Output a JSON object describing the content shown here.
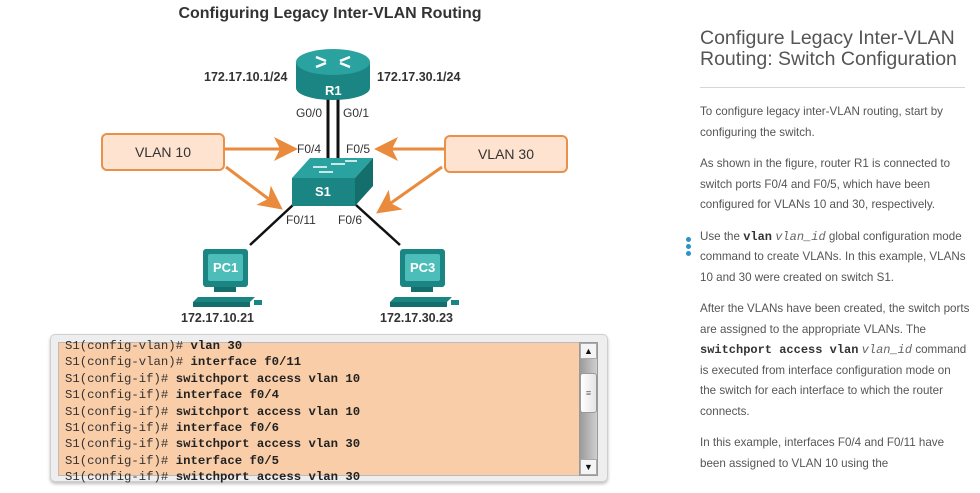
{
  "figure": {
    "title": "Configuring Legacy Inter-VLAN Routing",
    "router": {
      "name": "R1",
      "ip_left": "172.17.10.1/24",
      "ip_right": "172.17.30.1/24",
      "port_left": "G0/0",
      "port_right": "G0/1"
    },
    "switch": {
      "name": "S1",
      "port_f04": "F0/4",
      "port_f05": "F0/5",
      "port_f011": "F0/11",
      "port_f06": "F0/6"
    },
    "vlan_boxes": [
      "VLAN 10",
      "VLAN 30"
    ],
    "pcs": [
      {
        "name": "PC1",
        "ip": "172.17.10.21"
      },
      {
        "name": "PC3",
        "ip": "172.17.30.23"
      }
    ],
    "colors": {
      "device_teal": "#1f8e8c",
      "arrow_orange": "#ea8a3c",
      "vlan_fill": "#fde3d0",
      "terminal_bg": "#f9cda8"
    }
  },
  "terminal": {
    "lines": [
      {
        "prompt": "S1(config-vlan)#",
        "cmd": "vlan 30"
      },
      {
        "prompt": "S1(config-vlan)#",
        "cmd": "interface f0/11"
      },
      {
        "prompt": "S1(config-if)#",
        "cmd": "switchport access vlan 10"
      },
      {
        "prompt": "S1(config-if)#",
        "cmd": "interface f0/4"
      },
      {
        "prompt": "S1(config-if)#",
        "cmd": "switchport access vlan 10"
      },
      {
        "prompt": "S1(config-if)#",
        "cmd": "interface f0/6"
      },
      {
        "prompt": "S1(config-if)#",
        "cmd": "switchport access vlan 30"
      },
      {
        "prompt": "S1(config-if)#",
        "cmd": "interface f0/5"
      },
      {
        "prompt": "S1(config-if)#",
        "cmd": "switchport access vlan 30"
      }
    ],
    "scroll_up": "▲",
    "scroll_down": "▼",
    "thumb_grip": "≡"
  },
  "panel": {
    "title": "Configure Legacy Inter-VLAN Routing: Switch Configuration",
    "p1": "To configure legacy inter-VLAN routing, start by configuring the switch.",
    "p2": "As shown in the figure, router R1 is connected to switch ports F0/4 and F0/5, which have been configured for VLANs 10 and 30, respectively.",
    "p3_a": "Use the ",
    "p3_cmd": "vlan",
    "p3_arg": "vlan_id",
    "p3_b": " global configuration mode command to create VLANs. In this example, VLANs 10 and 30 were created on switch S1.",
    "p4_a": "After the VLANs have been created, the switch ports are assigned to the appropriate VLANs. The ",
    "p4_cmd": "switchport access vlan",
    "p4_arg": "vlan_id",
    "p4_b": " command is executed from interface configuration mode on the switch for each interface to which the router connects.",
    "p5": "In this example, interfaces F0/4 and F0/11 have been assigned to VLAN 10 using the"
  }
}
